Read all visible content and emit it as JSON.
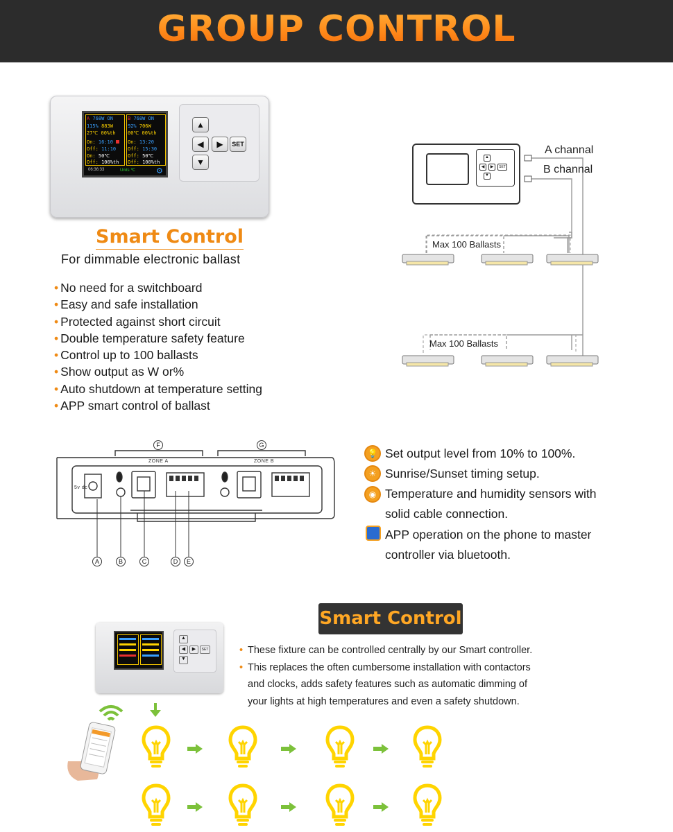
{
  "header": {
    "title": "GROUP CONTROL"
  },
  "device_screen": {
    "zone_a_watts": "768W",
    "zone_a_status": "ON",
    "zone_b_watts": "768W",
    "zone_b_status": "ON",
    "a_out_pct": "115%",
    "a_out_w": "883W",
    "b_out_pct": "92%",
    "b_out_w": "706W",
    "a_temp": "27℃",
    "a_temp_pct": "00%th",
    "b_temp": "00℃",
    "b_temp_pct": "00%th",
    "a_on": "16:10",
    "a_off": "11:10",
    "b_on": "13:20",
    "b_off": "15:30",
    "a_off_temp": "50℃",
    "a_off_pct": "100%th",
    "b_off_temp": "50℃",
    "b_off_pct": "100%th",
    "on_label": "On:",
    "off_label": "Off:",
    "clock": "06:36:33",
    "units": "Units ℃"
  },
  "keypad": {
    "set_label": "SET",
    "up": "▲",
    "down": "▼",
    "left": "◀",
    "right": "▶"
  },
  "smart_control": {
    "title": "Smart Control",
    "subtitle": "For dimmable electronic ballast",
    "features": [
      "No need for a switchboard",
      "Easy and safe installation",
      "Protected against short circuit",
      "Double temperature safety feature",
      "Control up to 100 ballasts",
      "Show output as W or%",
      "Auto shutdown at temperature setting",
      "APP smart control of ballast"
    ]
  },
  "wiring": {
    "channel_a": "A channal",
    "channel_b": "B channal",
    "group_top": "Max 100 Ballasts",
    "group_bottom": "Max 100 Ballasts",
    "set_key": "SET"
  },
  "panel": {
    "zone_a": "ZONE A",
    "zone_b": "ZONE B",
    "power_label": "5v dc",
    "callout_f": "F",
    "callout_g": "G",
    "callouts": [
      "A",
      "B",
      "C",
      "D",
      "E"
    ]
  },
  "capabilities": {
    "items": [
      {
        "icon": "bulb-icon",
        "text": "Set output level from 10% to 100%."
      },
      {
        "icon": "sun-icon",
        "text": "Sunrise/Sunset timing setup."
      },
      {
        "icon": "sensor-icon",
        "text": "Temperature and humidity sensors with",
        "text2": "solid cable connection."
      },
      {
        "icon": "phone-icon",
        "text": "APP operation on the phone to master",
        "text2": "controller via bluetooth."
      }
    ]
  },
  "smart_control_2": {
    "title": "Smart Control",
    "bullet1": "These fixture can be controlled centrally by our Smart controller.",
    "bullet2_line1": "This replaces the often cumbersome installation with contactors",
    "bullet2_line2": "and clocks, adds safety features such as automatic dimming of",
    "bullet2_line3": "your lights at high temperatures and even a safety shutdown."
  },
  "colors": {
    "accent": "#ef8a14",
    "bulb": "#ffd400",
    "arrow": "#7cc13a",
    "banner": "#2c2c2c"
  }
}
